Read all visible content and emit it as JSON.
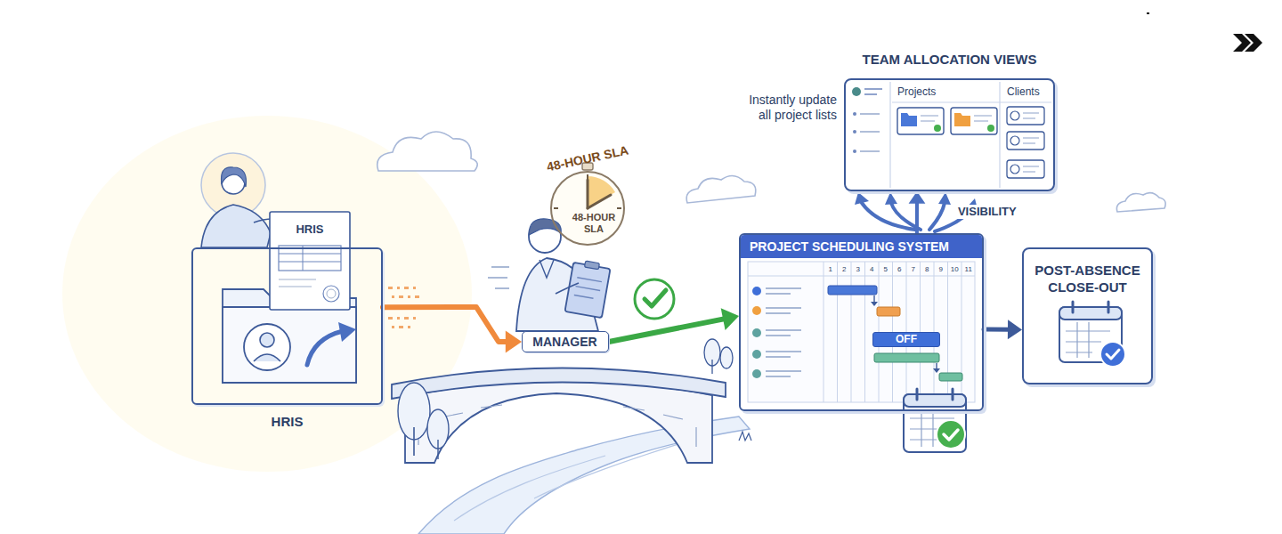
{
  "diagram": {
    "nodes": [
      {
        "text": [
          "HRIS"
        ]
      },
      {
        "text": [
          "HRIS"
        ]
      },
      {
        "text": [
          "48-HOUR SLA",
          "48-HOUR SLA"
        ]
      },
      {
        "text": [
          "MANAGER"
        ]
      },
      {
        "text": [
          "PROJECT SCHEDULING SYSTEM"
        ]
      },
      {
        "text": [
          "OFF"
        ],
        "in": 4
      },
      {
        "text": [
          "TEAM ALLOCATION VIEWS",
          "Projects",
          "Clients"
        ]
      },
      {
        "text": [
          "POST-ABSENCE CLOSE-OUT"
        ]
      }
    ],
    "edges": [
      {
        "from": 1,
        "to": 3,
        "arrow": "to"
      },
      {
        "from": 3,
        "to": 4,
        "arrow": "to"
      },
      {
        "from": 4,
        "to": 6,
        "arrow": "to",
        "label": "VISIBILITY"
      },
      {
        "from": 4,
        "to": 7,
        "arrow": "to"
      }
    ],
    "labels": [
      "1",
      "2",
      "3",
      "4",
      "5",
      "6",
      "7",
      "8",
      "9",
      "10",
      "11",
      "Instantly update all project lists"
    ]
  }
}
